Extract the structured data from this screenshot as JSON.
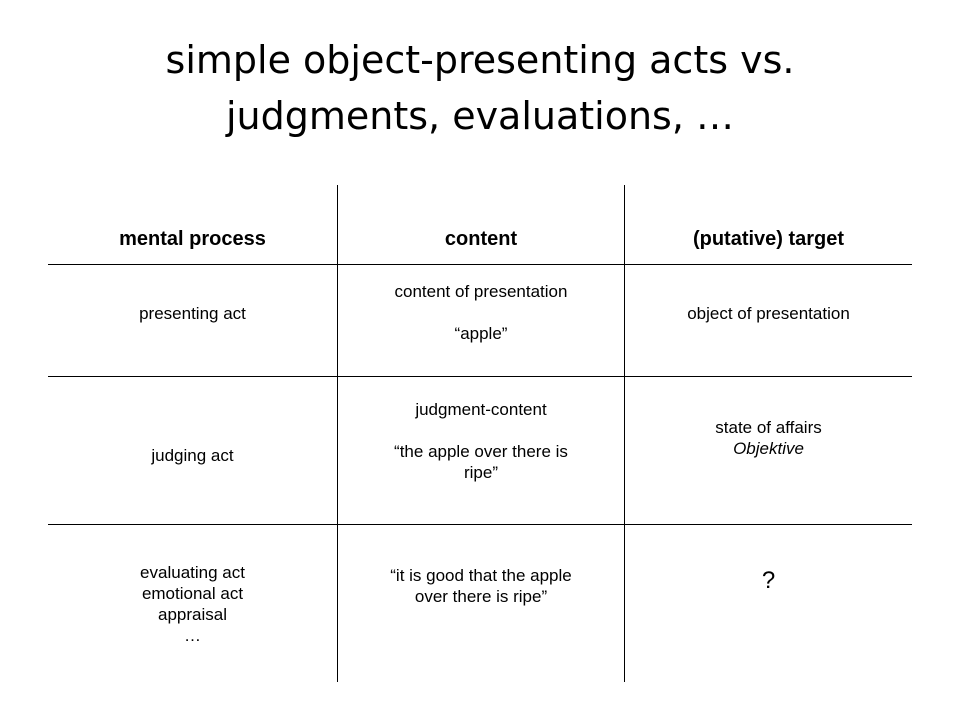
{
  "slide": {
    "title_line1": "simple object-presenting acts vs.",
    "title_line2": "judgments, evaluations, …"
  },
  "table": {
    "headers": {
      "process": "mental process",
      "content": "content",
      "target": "(putative) target"
    },
    "rows": [
      {
        "process": [
          "presenting act"
        ],
        "content_lines": [
          "content of presentation",
          "“apple”"
        ],
        "target_lines": [
          "object of presentation"
        ]
      },
      {
        "process": [
          "judging act"
        ],
        "content_lines": [
          "judgment-content",
          "“the apple over there is",
          "ripe”"
        ],
        "target_line1": "state of affairs",
        "target_line2_italic": "Objektive"
      },
      {
        "process": [
          "evaluating act",
          "emotional act",
          "appraisal",
          "…"
        ],
        "content_lines": [
          "“it is good that the apple",
          "over there is ripe”"
        ],
        "target_lines": [
          "?"
        ]
      }
    ]
  }
}
